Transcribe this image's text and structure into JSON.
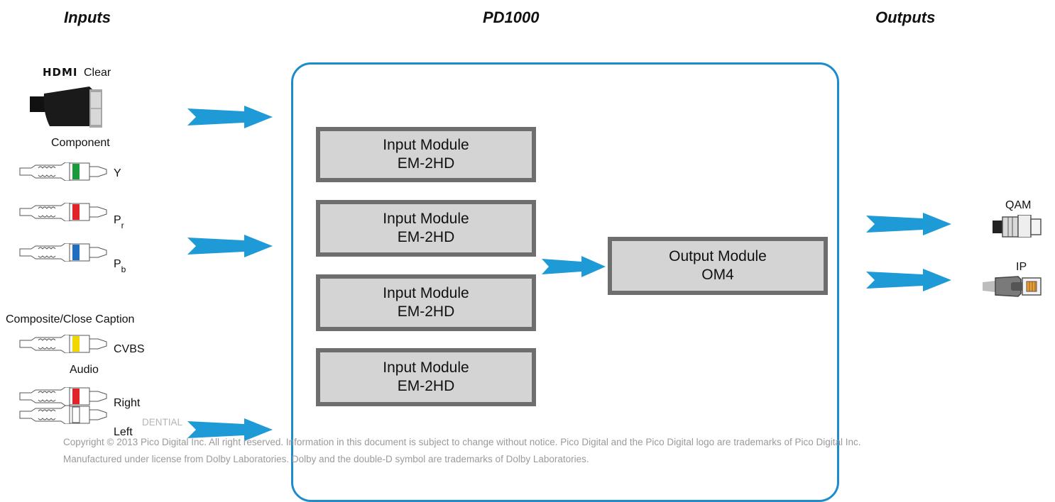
{
  "headings": {
    "inputs": "Inputs",
    "device": "PD1000",
    "outputs": "Outputs"
  },
  "inputs": {
    "hdmi": {
      "logo": "HDMI",
      "label": "Clear"
    },
    "component": {
      "title": "Component",
      "y": "Y",
      "pr": "P",
      "pr_sub": "r",
      "pb": "P",
      "pb_sub": "b"
    },
    "composite": {
      "title": "Composite/Close Caption",
      "cvbs": "CVBS"
    },
    "audio": {
      "title": "Audio",
      "right": "Right",
      "left": "Left"
    }
  },
  "modules": {
    "input": [
      {
        "line1": "Input Module",
        "line2": "EM-2HD"
      },
      {
        "line1": "Input Module",
        "line2": "EM-2HD"
      },
      {
        "line1": "Input Module",
        "line2": "EM-2HD"
      },
      {
        "line1": "Input Module",
        "line2": "EM-2HD"
      }
    ],
    "output": {
      "line1": "Output Module",
      "line2": "OM4"
    }
  },
  "outputs": {
    "qam": "QAM",
    "ip": "IP"
  },
  "footer": {
    "watermark": "DENTIAL",
    "copyright": "Copyright © 2013 Pico Digital Inc. All right reserved. Information in this document is subject to change without notice. Pico Digital and the Pico Digital logo are trademarks of Pico Digital Inc.",
    "dolby": "Manufactured under license from Dolby Laboratories. Dolby and the double-D symbol are trademarks of Dolby Laboratories."
  },
  "colors": {
    "frame": "#1c8ccc",
    "arrow": "#1e9ad6",
    "module_fill": "#d4d4d4",
    "module_border": "#6e6e6e",
    "component_y": "#1a9a3a",
    "component_pr": "#e0242a",
    "component_pb": "#1f6fc0",
    "cvbs": "#f2d600",
    "audio_right": "#e0242a",
    "audio_left": "#ffffff"
  }
}
